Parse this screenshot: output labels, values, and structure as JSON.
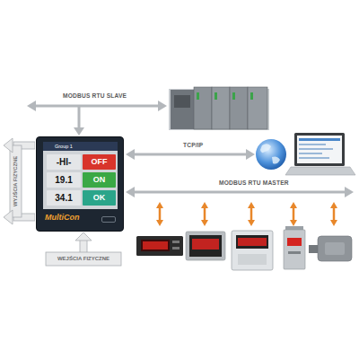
{
  "diagram": {
    "nodes": [
      {
        "text": [
          "Group 1",
          "MultiCon"
        ]
      },
      {
        "text": [
          "-HI-"
        ],
        "in": 0
      },
      {
        "text": [
          "OFF"
        ],
        "in": 0
      },
      {
        "text": [
          "19.1"
        ],
        "in": 0
      },
      {
        "text": [
          "ON"
        ],
        "in": 0
      },
      {
        "text": [
          "34.1"
        ],
        "in": 0
      },
      {
        "text": [
          "OK"
        ],
        "in": 0
      },
      {
        "text": [
          "WYJŚCIA FIZYCZNE"
        ]
      },
      {
        "text": [
          "WEJŚCIA FIZYCZNE"
        ]
      }
    ],
    "labels": [
      "MODBUS RTU SLAVE",
      "TCP/IP",
      "MODBUS RTU MASTER"
    ]
  }
}
